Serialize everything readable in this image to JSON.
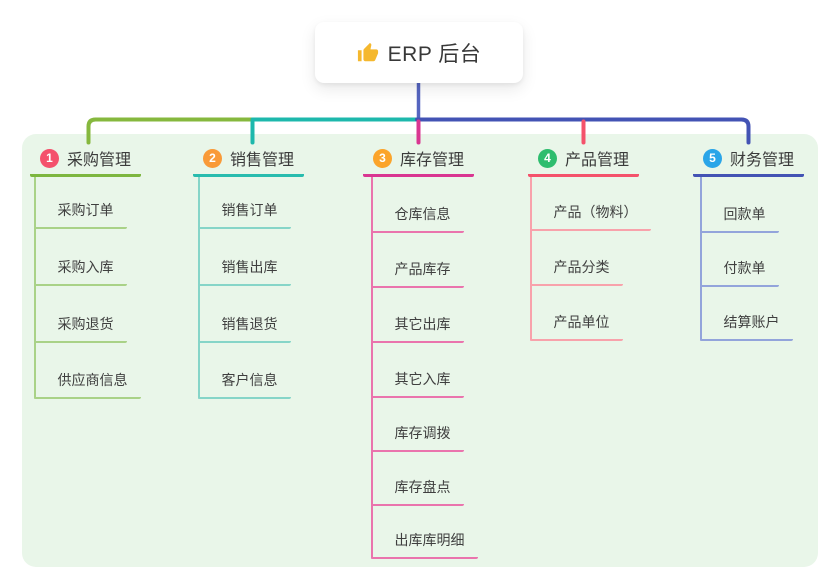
{
  "root": {
    "label": "ERP 后台",
    "icon": "thumbs-up-icon",
    "icon_color": "#f5b82e"
  },
  "palette": {
    "canvas_bg": "#ffffff",
    "panel_bg": "#e9f6e9",
    "header_text": "#3b3b3b",
    "child_text": "#3f3f3f"
  },
  "connectors": {
    "root_line": "#5565c0",
    "bus_green": "#86b83e",
    "bus_teal": "#1db8ac",
    "bus_blue": "#4353b4",
    "drop_magenta": "#d93691",
    "drop_red": "#f4526b"
  },
  "branches": [
    {
      "num": "1",
      "label": "采购管理",
      "badge_color": "#f4516c",
      "line_color": "#7db63f",
      "child_color": "#a9d287",
      "children": [
        "采购订单",
        "采购入库",
        "采购退货",
        "供应商信息"
      ]
    },
    {
      "num": "2",
      "label": "销售管理",
      "badge_color": "#f99a38",
      "line_color": "#28bcae",
      "child_color": "#86d5c8",
      "children": [
        "销售订单",
        "销售出库",
        "销售退货",
        "客户信息"
      ]
    },
    {
      "num": "3",
      "label": "库存管理",
      "badge_color": "#fba42a",
      "line_color": "#d93691",
      "child_color": "#ea74ad",
      "children": [
        "仓库信息",
        "产品库存",
        "其它出库",
        "其它入库",
        "库存调拨",
        "库存盘点",
        "出库库明细"
      ]
    },
    {
      "num": "4",
      "label": "产品管理",
      "badge_color": "#2ebd6e",
      "line_color": "#f4526b",
      "child_color": "#f8a2ab",
      "children": [
        "产品（物料）",
        "产品分类",
        "产品单位"
      ]
    },
    {
      "num": "5",
      "label": "财务管理",
      "badge_color": "#2aa5e8",
      "line_color": "#4353b4",
      "child_color": "#93a4db",
      "children": [
        "回款单",
        "付款单",
        "结算账户"
      ]
    }
  ]
}
